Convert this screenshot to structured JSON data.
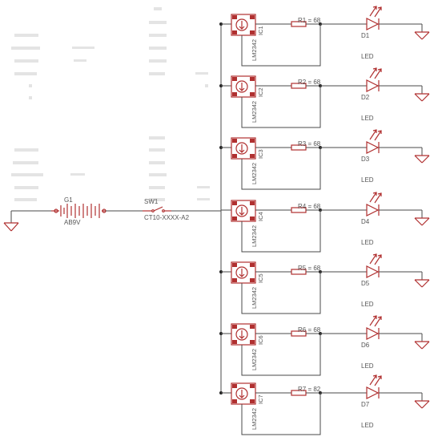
{
  "colors": {
    "wire": "#4a4a4a",
    "symbol": "#b03030",
    "label": "#555555",
    "faint_text": "#e4e4e4",
    "background": "#ffffff"
  },
  "battery": {
    "ref": "G1",
    "value": "AB9V"
  },
  "switch": {
    "ref": "SW1",
    "value": "CT10-XXXX-A2"
  },
  "ground_icon": "ground-symbol",
  "channels": [
    {
      "ic": "IC1",
      "ic_part": "LM2342",
      "resistor": "R1 = 68",
      "led_ref": "D1",
      "led_value": "LED"
    },
    {
      "ic": "IC2",
      "ic_part": "LM2342",
      "resistor": "R2 = 68",
      "led_ref": "D2",
      "led_value": "LED"
    },
    {
      "ic": "IC3",
      "ic_part": "LM2342",
      "resistor": "R3 = 68",
      "led_ref": "D3",
      "led_value": "LED"
    },
    {
      "ic": "IC4",
      "ic_part": "LM2342",
      "resistor": "R4 = 68",
      "led_ref": "D4",
      "led_value": "LED"
    },
    {
      "ic": "IC5",
      "ic_part": "LM2342",
      "resistor": "R5 = 68",
      "led_ref": "D5",
      "led_value": "LED"
    },
    {
      "ic": "IC6",
      "ic_part": "LM2342",
      "resistor": "R6 = 68",
      "led_ref": "D6",
      "led_value": "LED"
    },
    {
      "ic": "IC7",
      "ic_part": "LM2342",
      "resistor": "R7 = 82",
      "led_ref": "D7",
      "led_value": "LED"
    }
  ]
}
